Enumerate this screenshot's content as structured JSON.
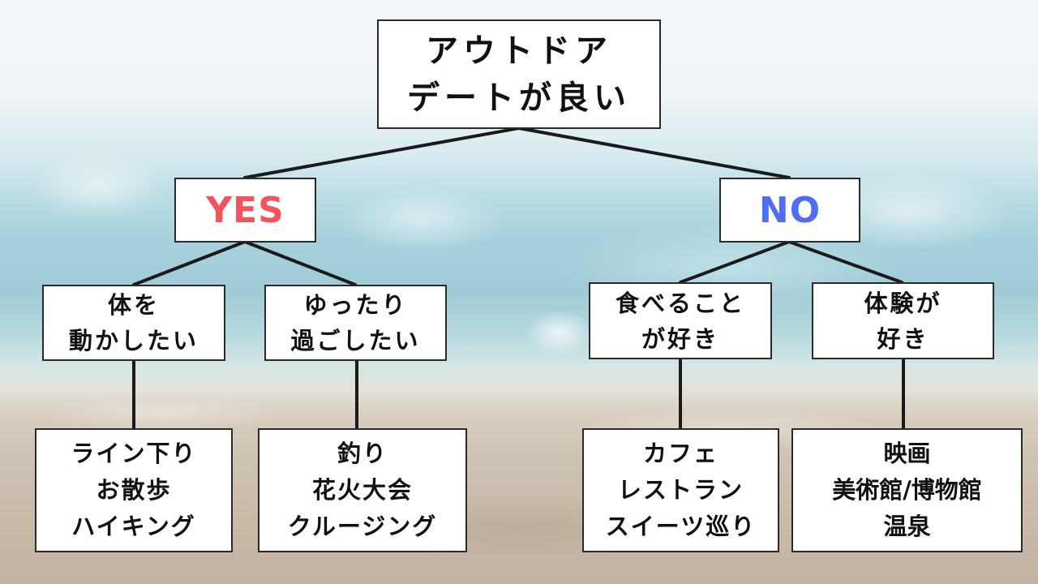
{
  "root": {
    "lines": [
      "アウトドア",
      "デートが良い"
    ]
  },
  "yes": {
    "label": "YES",
    "color": "#f2545b"
  },
  "no": {
    "label": "NO",
    "color": "#4f6ef5"
  },
  "yes_children": [
    {
      "label": [
        "体を",
        "動かしたい"
      ],
      "leaf": [
        "ライン下り",
        "お散歩",
        "ハイキング"
      ]
    },
    {
      "label": [
        "ゆったり",
        "過ごしたい"
      ],
      "leaf": [
        "釣り",
        "花火大会",
        "クルージング"
      ]
    }
  ],
  "no_children": [
    {
      "label": [
        "食べること",
        "が好き"
      ],
      "leaf": [
        "カフェ",
        "レストラン",
        "スイーツ巡り"
      ]
    },
    {
      "label": [
        "体験が",
        "好き"
      ],
      "leaf": [
        "映画",
        "美術館/博物館",
        "温泉"
      ]
    }
  ]
}
